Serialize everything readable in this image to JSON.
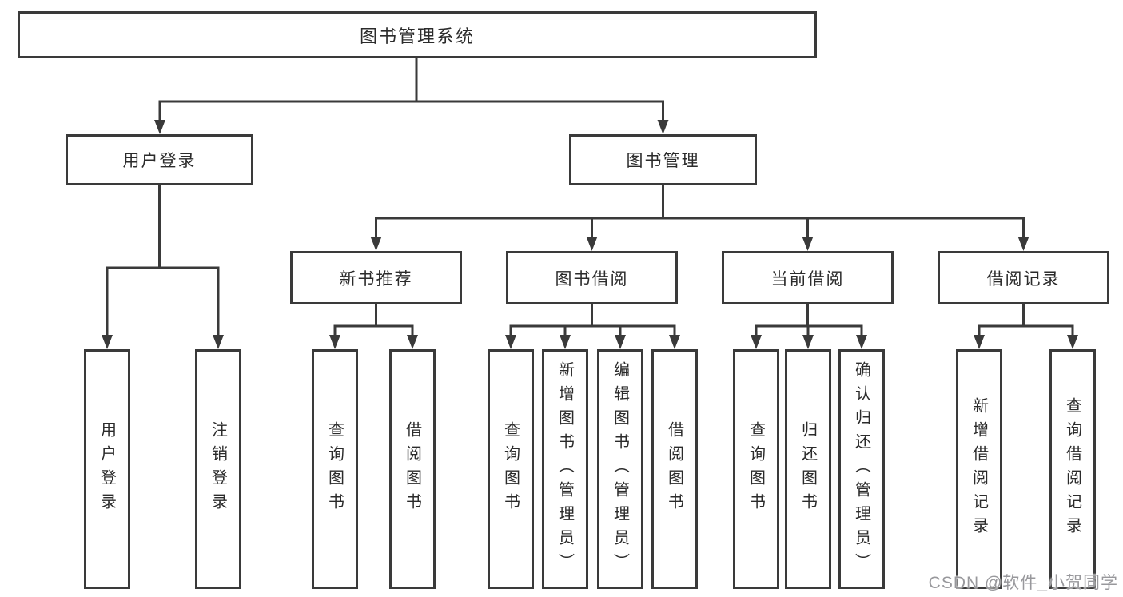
{
  "colors": {
    "line": "#3a3a3a",
    "box_fill": "#ffffff",
    "text": "#2b2b2b",
    "watermark": "#98989c"
  },
  "watermark": {
    "text": "CSDN @软件_小贺同学"
  },
  "tree": {
    "label": "图书管理系统",
    "children": [
      {
        "label": "用户登录",
        "children": [
          {
            "label": "用户登录"
          },
          {
            "label": "注销登录"
          }
        ]
      },
      {
        "label": "图书管理",
        "children": [
          {
            "label": "新书推荐",
            "children": [
              {
                "label": "查询图书"
              },
              {
                "label": "借阅图书"
              }
            ]
          },
          {
            "label": "图书借阅",
            "children": [
              {
                "label": "查询图书"
              },
              {
                "label": "新增图书（管理员）"
              },
              {
                "label": "编辑图书（管理员）"
              },
              {
                "label": "借阅图书"
              }
            ]
          },
          {
            "label": "当前借阅",
            "children": [
              {
                "label": "查询图书"
              },
              {
                "label": "归还图书"
              },
              {
                "label": "确认归还（管理员）"
              }
            ]
          },
          {
            "label": "借阅记录",
            "children": [
              {
                "label": "新增借阅记录"
              },
              {
                "label": "查询借阅记录"
              }
            ]
          }
        ]
      }
    ]
  }
}
